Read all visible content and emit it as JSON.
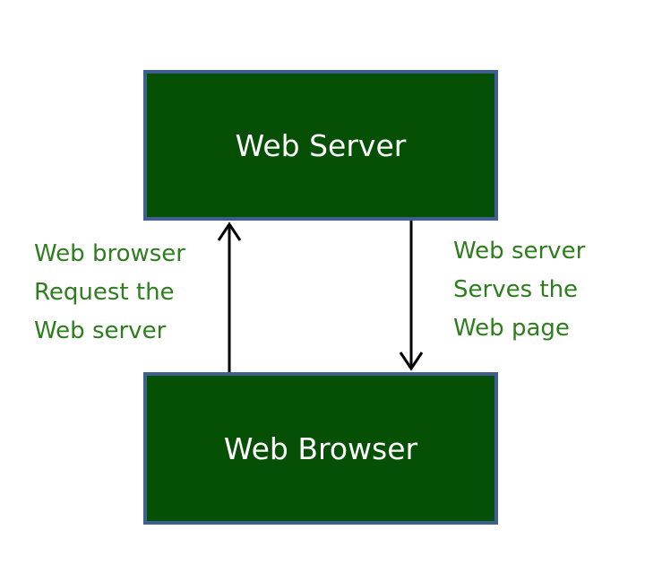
{
  "colors": {
    "box_fill": "#055005",
    "box_border": "#3f5f8f",
    "box_text": "#ffffff",
    "label_text": "#2e7d1e",
    "arrow": "#000000"
  },
  "nodes": {
    "server": {
      "label": "Web Server"
    },
    "browser": {
      "label": "Web Browser"
    }
  },
  "edges": {
    "request": {
      "direction": "browser-to-server",
      "lines": [
        "Web browser",
        "Request the",
        "Web server"
      ]
    },
    "response": {
      "direction": "server-to-browser",
      "lines": [
        "Web server",
        "Serves the",
        "Web page"
      ]
    }
  }
}
